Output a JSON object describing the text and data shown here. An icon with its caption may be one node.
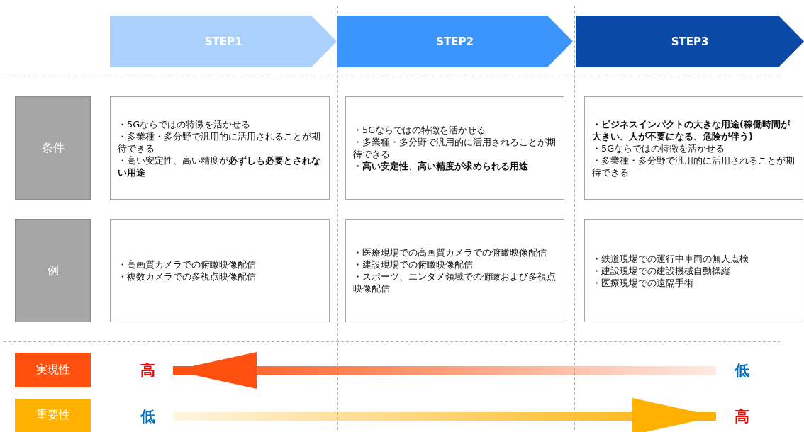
{
  "diagram": {
    "nodes": [
      {
        "text": [
          "STEP1"
        ]
      },
      {
        "text": [
          "STEP2"
        ]
      },
      {
        "text": [
          "STEP3"
        ]
      },
      {
        "text": [
          "条件"
        ]
      },
      {
        "text": [
          "例"
        ]
      },
      {
        "text": [
          "・5Gならではの特徴を活かせる",
          "・多業種・多分野で汎用的に活用されることが期待できる",
          "・高い安定性、高い精度が**必ずしも必要とされない用途**"
        ]
      },
      {
        "text": [
          "・5Gならではの特徴を活かせる",
          "・多業種・多分野で汎用的に活用されることが期待できる",
          "**・高い安定性、高い精度が求められる用途**"
        ]
      },
      {
        "text": [
          "**・ビジネスインパクトの大きな用途(稼働時間が大きい、人が不要になる、危険が伴う)**",
          "・5Gならではの特徴を活かせる",
          "・多業種・多分野で汎用的に活用されることが期待できる"
        ]
      },
      {
        "text": [
          "・高画質カメラでの俯瞰映像配信",
          "・複数カメラでの多視点映像配信"
        ]
      },
      {
        "text": [
          "・医療現場での高画質カメラでの俯瞰映像配信",
          "・建設現場での俯瞰映像配信",
          "・スポーツ、エンタメ領域での俯瞰および多視点映像配信"
        ]
      },
      {
        "text": [
          "・鉄道現場での運行中車両の無人点検",
          "・建設現場での建設機械自動操縦",
          "・医療現場での遠隔手術"
        ]
      },
      {
        "text": [
          "実現性"
        ]
      },
      {
        "text": [
          "重要性"
        ]
      },
      {
        "text": [
          "高"
        ]
      },
      {
        "text": [
          "低"
        ]
      },
      {
        "text": [
          "低"
        ]
      },
      {
        "text": [
          "高"
        ]
      }
    ],
    "edges": [
      {
        "from": 14,
        "to": 13,
        "arrow": "to",
        "style": "thick",
        "color": "#ff5010"
      },
      {
        "from": 15,
        "to": 16,
        "arrow": "to",
        "style": "thick",
        "color": "#ffb000"
      }
    ]
  }
}
